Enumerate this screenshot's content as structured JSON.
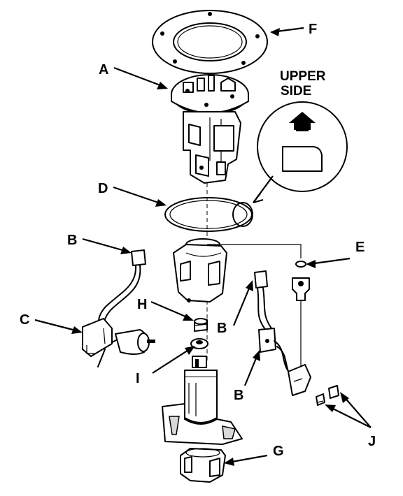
{
  "callouts": {
    "A": "A",
    "B_top": "B",
    "B_mid": "B",
    "B_low": "B",
    "C": "C",
    "D": "D",
    "E": "E",
    "F": "F",
    "G": "G",
    "H": "H",
    "I": "I",
    "J": "J"
  },
  "inset": {
    "line1": "UPPER",
    "line2": "SIDE",
    "arrow_icon": "up-arrow-icon"
  }
}
